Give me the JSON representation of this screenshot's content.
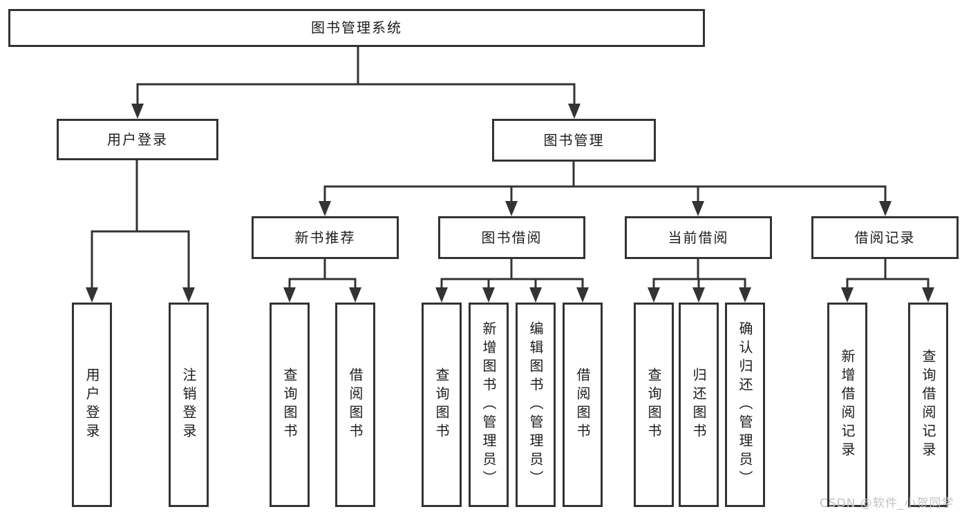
{
  "diagram": {
    "root": {
      "label": "图书管理系统"
    },
    "level2": [
      {
        "label": "用户登录"
      },
      {
        "label": "图书管理"
      }
    ],
    "level3": [
      {
        "label": "新书推荐"
      },
      {
        "label": "图书借阅"
      },
      {
        "label": "当前借阅"
      },
      {
        "label": "借阅记录"
      }
    ],
    "leaves": [
      {
        "label": "用户登录"
      },
      {
        "label": "注销登录"
      },
      {
        "label": "查询图书"
      },
      {
        "label": "借阅图书"
      },
      {
        "label": "查询图书"
      },
      {
        "label": "新增图书（管理员）"
      },
      {
        "label": "编辑图书（管理员）"
      },
      {
        "label": "借阅图书"
      },
      {
        "label": "查询图书"
      },
      {
        "label": "归还图书"
      },
      {
        "label": "确认归还（管理员）"
      },
      {
        "label": "新增借阅记录"
      },
      {
        "label": "查询借阅记录"
      }
    ],
    "watermark": "CSDN @软件_小贺同学",
    "colors": {
      "line": "#333333",
      "text": "#1c1c1c",
      "watermark": "#c2c2c2",
      "background": "#ffffff"
    }
  }
}
